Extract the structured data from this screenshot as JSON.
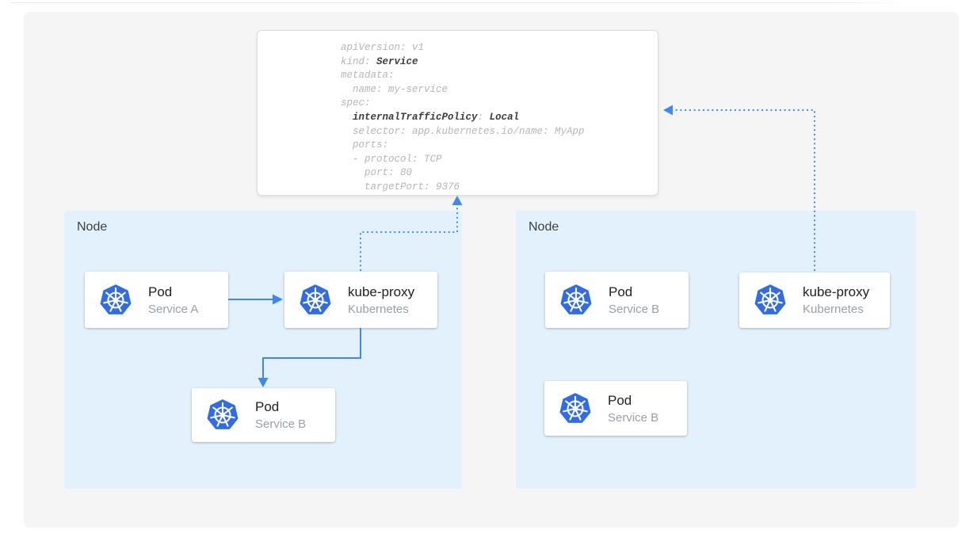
{
  "colors": {
    "accent_blue": "#4285f4",
    "k8s_blue": "#326ce5",
    "node_bg": "#e3f1fc",
    "board_bg": "#f5f5f5",
    "code_gray": "#b4b6b8",
    "code_dark": "#3b3d3f"
  },
  "code_panel": {
    "lines": [
      [
        {
          "t": "apiVersion: v1",
          "b": false
        }
      ],
      [
        {
          "t": "kind: ",
          "b": false
        },
        {
          "t": "Service",
          "b": true
        }
      ],
      [
        {
          "t": "metadata:",
          "b": false
        }
      ],
      [
        {
          "t": "  name: my-service",
          "b": false
        }
      ],
      [
        {
          "t": "spec:",
          "b": false
        }
      ],
      [
        {
          "t": "  ",
          "b": false
        },
        {
          "t": "internalTrafficPolicy",
          "b": true
        },
        {
          "t": ": ",
          "b": false
        },
        {
          "t": "Local",
          "b": true
        }
      ],
      [
        {
          "t": "  selector: app.kubernetes.io/name: MyApp",
          "b": false
        }
      ],
      [
        {
          "t": "  ports:",
          "b": false
        }
      ],
      [
        {
          "t": "  - protocol: TCP",
          "b": false
        }
      ],
      [
        {
          "t": "    port: 80",
          "b": false
        }
      ],
      [
        {
          "t": "    targetPort: 9376",
          "b": false
        }
      ]
    ]
  },
  "nodes": [
    {
      "label": "Node",
      "cards": [
        {
          "icon": "kubernetes-icon",
          "title": "Pod",
          "subtitle": "Service A"
        },
        {
          "icon": "kubernetes-icon",
          "title": "kube-proxy",
          "subtitle": "Kubernetes"
        },
        {
          "icon": "kubernetes-icon",
          "title": "Pod",
          "subtitle": "Service B"
        }
      ]
    },
    {
      "label": "Node",
      "cards": [
        {
          "icon": "kubernetes-icon",
          "title": "Pod",
          "subtitle": "Service B"
        },
        {
          "icon": "kubernetes-icon",
          "title": "kube-proxy",
          "subtitle": "Kubernetes"
        },
        {
          "icon": "kubernetes-icon",
          "title": "Pod",
          "subtitle": "Service B"
        }
      ]
    }
  ],
  "connections": [
    {
      "from": "pod-service-a",
      "to": "kube-proxy-left",
      "style": "solid-arrow"
    },
    {
      "from": "kube-proxy-left",
      "to": "pod-service-b-left",
      "style": "solid-arrow"
    },
    {
      "from": "kube-proxy-left",
      "to": "service-yaml-panel",
      "style": "dotted-arrow"
    },
    {
      "from": "kube-proxy-right",
      "to": "service-yaml-panel",
      "style": "dotted-arrow"
    }
  ]
}
